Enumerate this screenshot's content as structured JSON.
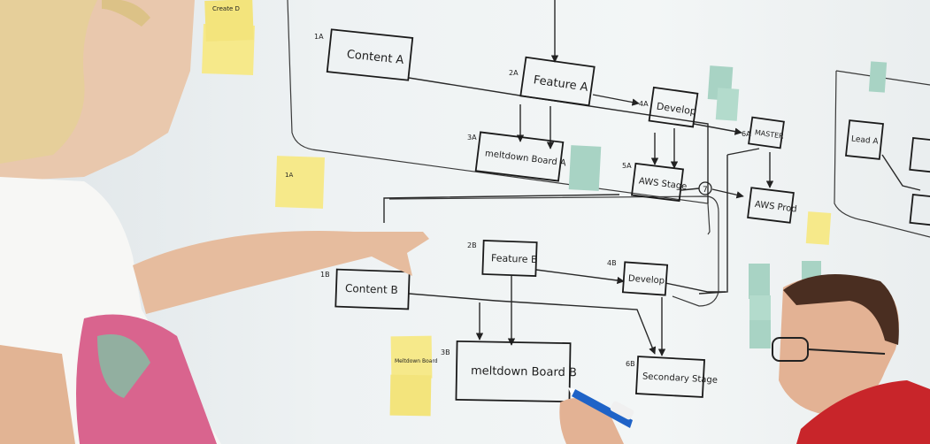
{
  "diagram": {
    "boxes": {
      "content_a": "Content A",
      "feature_a": "Feature A",
      "develop_a": "Develop",
      "master": "MASTER",
      "meltdown_a": "meltdown Board A",
      "aws_stage": "AWS Stage",
      "aws_prod": "AWS Prod",
      "lead_a": "Lead A",
      "feature_b": "Feature B",
      "content_b": "Content B",
      "develop_b": "Develop",
      "meltdown_b": "meltdown Board B",
      "secondary_stage": "Secondary Stage"
    },
    "step_labels": {
      "s1a": "1A",
      "s2a": "2A",
      "s3a": "3A",
      "s4a": "4A",
      "s5a": "5A",
      "s6a": "6A",
      "s1b": "1B",
      "s2b": "2B",
      "s3b": "3B",
      "s4b": "4B",
      "s6b": "6B",
      "s7": "7"
    },
    "sticky_notes": {
      "top_note": "Create D",
      "left_note": "1A",
      "bottom_note": "Meltdown Board"
    }
  },
  "colors": {
    "sticky_yellow": "#f6e98a",
    "sticky_mint": "#a8d3c4",
    "marker_blue": "#1f63c7",
    "shirt_red": "#c8252a",
    "hair_blonde": "#e6cf9a"
  }
}
